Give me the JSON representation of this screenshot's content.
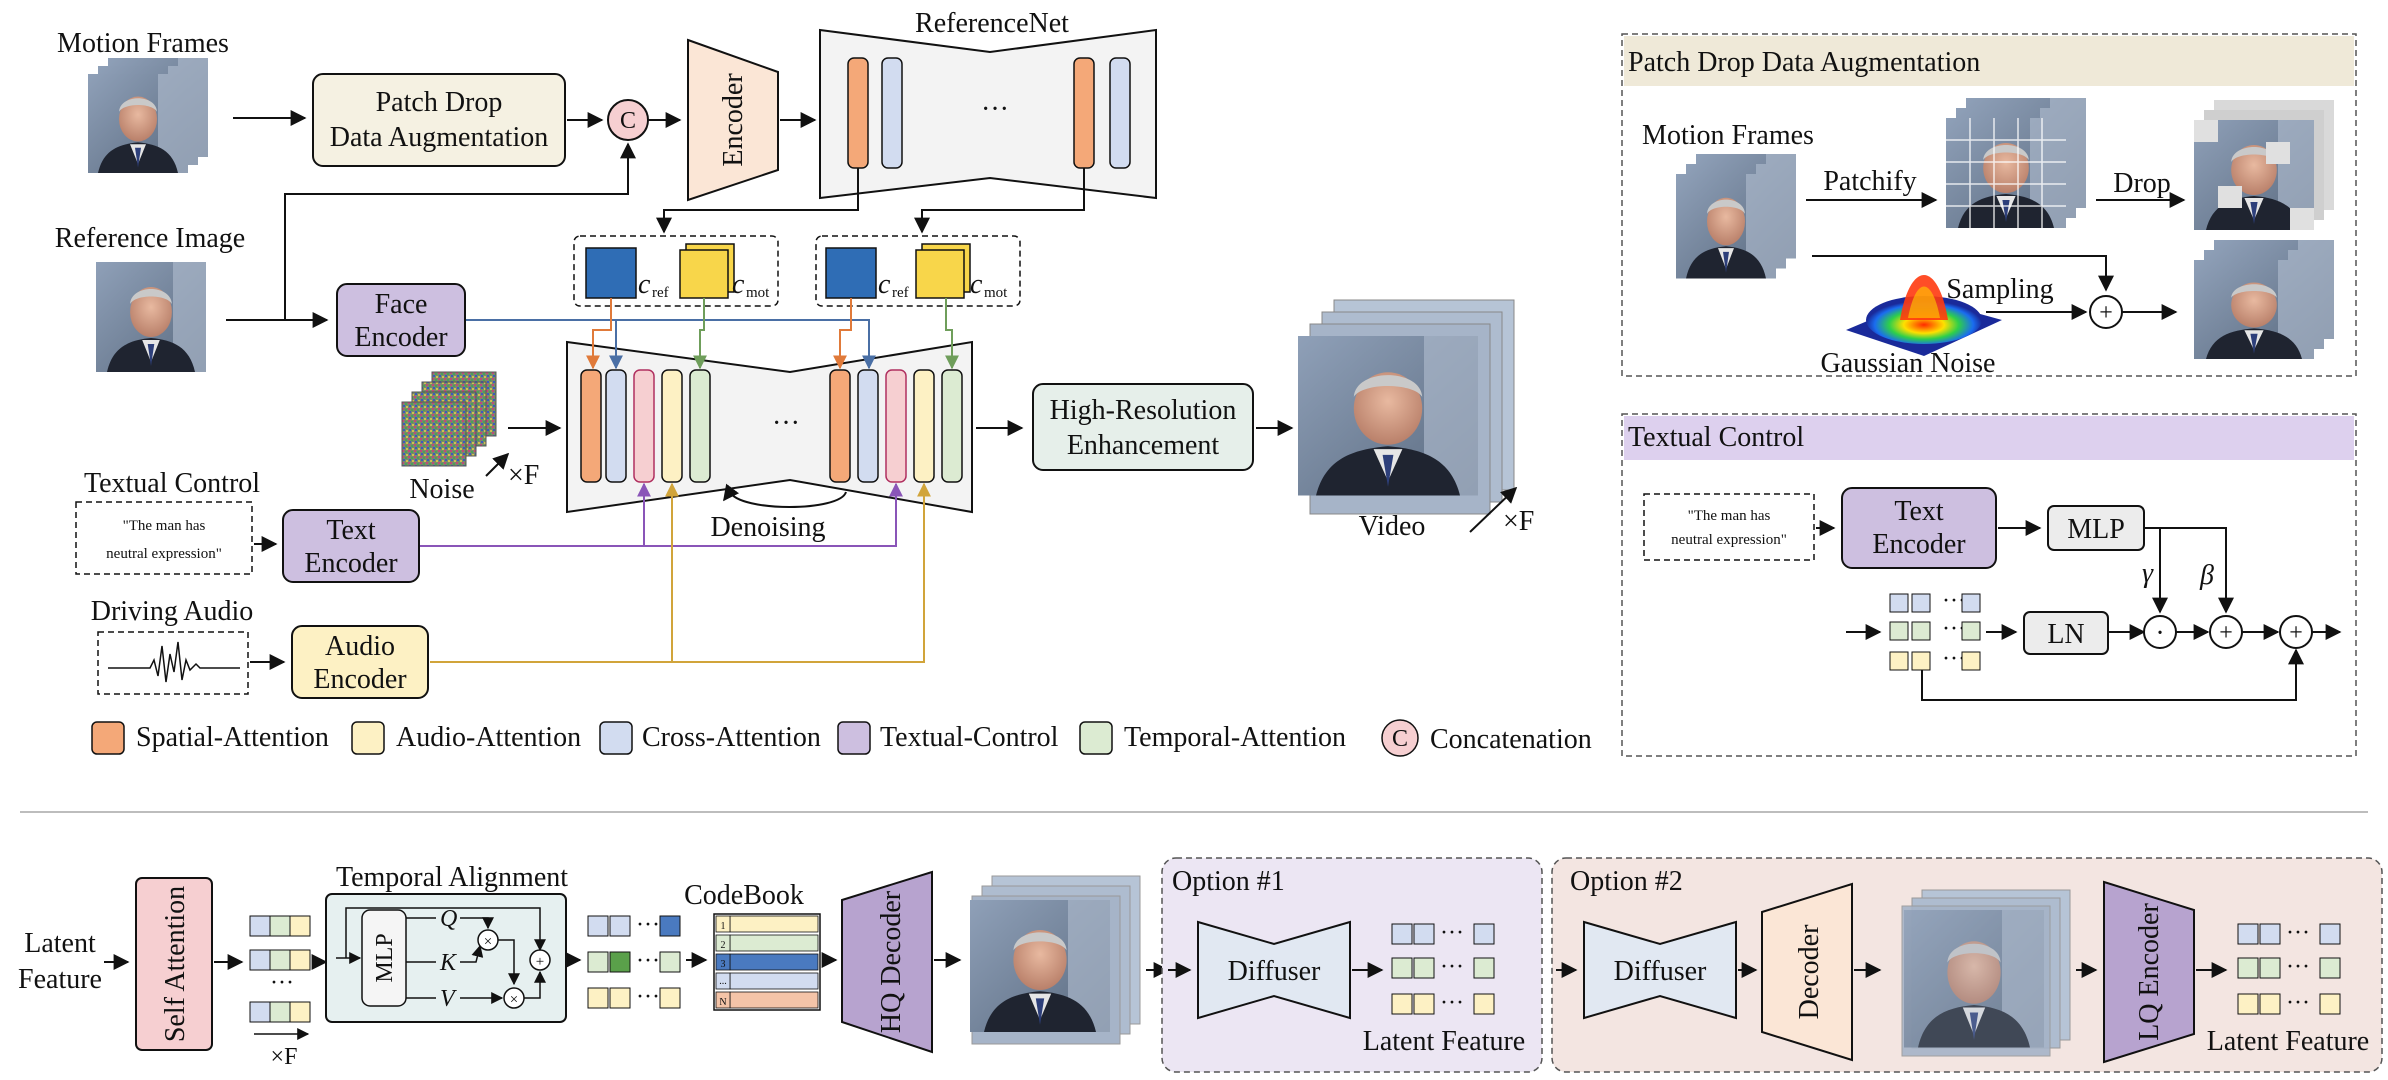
{
  "top": {
    "motion_frames": "Motion Frames",
    "patch_drop": [
      "Patch Drop",
      "Data Augmentation"
    ],
    "concat_symbol": "C",
    "encoder": "Encoder",
    "referencenet": "ReferenceNet",
    "ellipsis": "···",
    "reference_image": "Reference Image",
    "face_encoder": [
      "Face",
      "Encoder"
    ],
    "c_ref": "c",
    "c_ref_sub": "ref",
    "c_mot": "c",
    "c_mot_sub": "mot",
    "noise": "Noise",
    "times_f": "×F",
    "denoising": "Denoising",
    "high_res": [
      "High-Resolution",
      "Enhancement"
    ],
    "video": "Video",
    "textual_control": "Textual Control",
    "prompt": [
      "\"The man has",
      "neutral expression\""
    ],
    "text_encoder": [
      "Text",
      "Encoder"
    ],
    "driving_audio": "Driving Audio",
    "audio_encoder": [
      "Audio",
      "Encoder"
    ]
  },
  "legend": [
    {
      "label": "Spatial-Attention",
      "color": "#f4a878"
    },
    {
      "label": "Audio-Attention",
      "color": "#fdf1c4"
    },
    {
      "label": "Cross-Attention",
      "color": "#d2dcf0"
    },
    {
      "label": "Textual-Control",
      "color": "#cdbfe0"
    },
    {
      "label": "Temporal-Attention",
      "color": "#dcebd2"
    },
    {
      "label": "Concatenation",
      "color": "#f6cfd1",
      "symbol": "C"
    }
  ],
  "patch_drop_panel": {
    "title": "Patch Drop Data Augmentation",
    "motion_frames": "Motion Frames",
    "patchify": "Patchify",
    "drop": "Drop",
    "sampling": "Sampling",
    "gaussian_noise": "Gaussian Noise",
    "plus": "+"
  },
  "textual_panel": {
    "title": "Textual Control",
    "prompt": [
      "\"The man has",
      "neutral expression\""
    ],
    "text_encoder": [
      "Text",
      "Encoder"
    ],
    "mlp": "MLP",
    "gamma": "γ",
    "beta": "β",
    "ln": "LN",
    "dot": "·",
    "ellipsis": "···"
  },
  "bottom": {
    "latent_feature": [
      "Latent",
      "Feature"
    ],
    "self_attention": "Self Attention",
    "temporal_alignment": "Temporal Alignment",
    "mlp": "MLP",
    "q": "Q",
    "k": "K",
    "v": "V",
    "times_f": "×F",
    "codebook": "CodeBook",
    "codebook_rows": [
      "1",
      "2",
      "3",
      "...",
      "N"
    ],
    "hq_decoder": "HQ Decoder",
    "option1": "Option #1",
    "option2": "Option #2",
    "diffuser": "Diffuser",
    "decoder": "Decoder",
    "lq_encoder": "LQ Encoder",
    "latent_out": "Latent Feature",
    "ellipsis": "···"
  },
  "colors": {
    "orange": "#f4a878",
    "yellow": "#fdf1c4",
    "blue_attn": "#d2dcf0",
    "purple": "#cdbfe0",
    "green": "#dcebd2",
    "pink": "#f6cfd1",
    "arrow_blue": "#4a6fa5",
    "arrow_purple": "#8a55b8",
    "arrow_gold": "#d1a43a",
    "arrow_green": "#6f9e5b",
    "arrow_orange": "#e07a3a"
  }
}
